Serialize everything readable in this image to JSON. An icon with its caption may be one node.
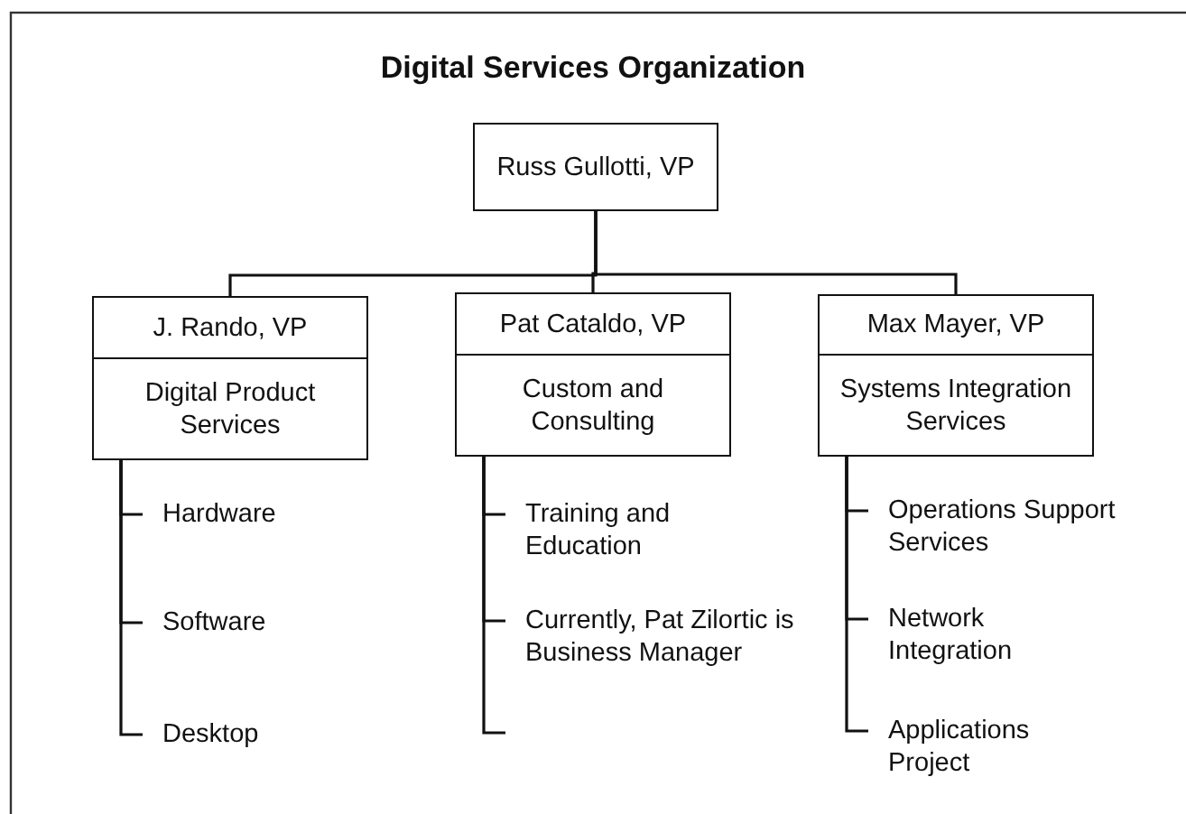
{
  "diagram": {
    "title": "Digital Services Organization",
    "nodes": [
      {
        "text": [
          "Russ Gullotti, VP"
        ]
      },
      {
        "text": [
          "J. Rando, VP",
          "Digital Product Services"
        ]
      },
      {
        "text": [
          "Pat Cataldo, VP",
          "Custom and Consulting"
        ]
      },
      {
        "text": [
          "Max Mayer, VP",
          "Systems Integration Services"
        ]
      },
      {
        "text": [
          "Hardware"
        ]
      },
      {
        "text": [
          "Software"
        ]
      },
      {
        "text": [
          "Desktop"
        ]
      },
      {
        "text": [
          "Training and Education"
        ]
      },
      {
        "text": [
          "Currently, Pat Zilortic is Business Manager"
        ]
      },
      {
        "text": [
          "Operations Support Services"
        ]
      },
      {
        "text": [
          "Network Integration"
        ]
      },
      {
        "text": [
          "Applications Project"
        ]
      }
    ],
    "edges": [
      {
        "from": 0,
        "to": 1,
        "arrow": "none"
      },
      {
        "from": 0,
        "to": 2,
        "arrow": "none"
      },
      {
        "from": 0,
        "to": 3,
        "arrow": "none"
      },
      {
        "from": 1,
        "to": 4,
        "arrow": "none"
      },
      {
        "from": 1,
        "to": 5,
        "arrow": "none"
      },
      {
        "from": 1,
        "to": 6,
        "arrow": "none"
      },
      {
        "from": 2,
        "to": 7,
        "arrow": "none"
      },
      {
        "from": 2,
        "to": 8,
        "arrow": "none"
      },
      {
        "from": 2,
        "to": null,
        "arrow": "none"
      },
      {
        "from": 3,
        "to": 9,
        "arrow": "none"
      },
      {
        "from": 3,
        "to": 10,
        "arrow": "none"
      },
      {
        "from": 3,
        "to": 11,
        "arrow": "none"
      }
    ]
  }
}
